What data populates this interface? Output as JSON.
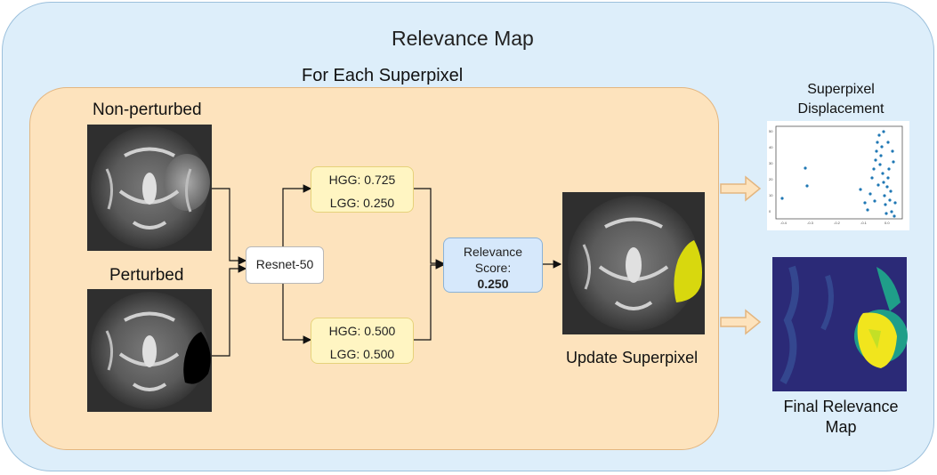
{
  "title": "Relevance Map",
  "loop_label": "For Each Superpixel",
  "non_perturbed_label": "Non-perturbed",
  "perturbed_label": "Perturbed",
  "model_label": "Resnet-50",
  "output_top": {
    "hgg": "HGG: 0.725",
    "lgg": "LGG: 0.250"
  },
  "output_bottom": {
    "hgg": "HGG: 0.500",
    "lgg": "LGG: 0.500"
  },
  "relevance": {
    "label_line1": "Relevance",
    "label_line2": "Score:",
    "value": "0.250"
  },
  "update_label": "Update Superpixel",
  "displacement": {
    "title_line1": "Superpixel",
    "title_line2": "Displacement",
    "x_ticks": [
      "-0.4",
      "-0.3",
      "-0.2",
      "-0.1",
      "0.0"
    ],
    "y_ticks": [
      "50",
      "40",
      "30",
      "20",
      "10",
      "0"
    ]
  },
  "final_label_line1": "Final Relevance",
  "final_label_line2": "Map",
  "colors": {
    "outer_bg": "#ddeefa",
    "inner_bg": "#fde3bd",
    "box_yellow": "#fff5c2",
    "box_blue": "#d6e8fb",
    "superpixel_highlight": "#d8d80e",
    "heatmap_low": "#2b1f6e",
    "heatmap_mid": "#1f9e89",
    "heatmap_high": "#f1e51d"
  }
}
